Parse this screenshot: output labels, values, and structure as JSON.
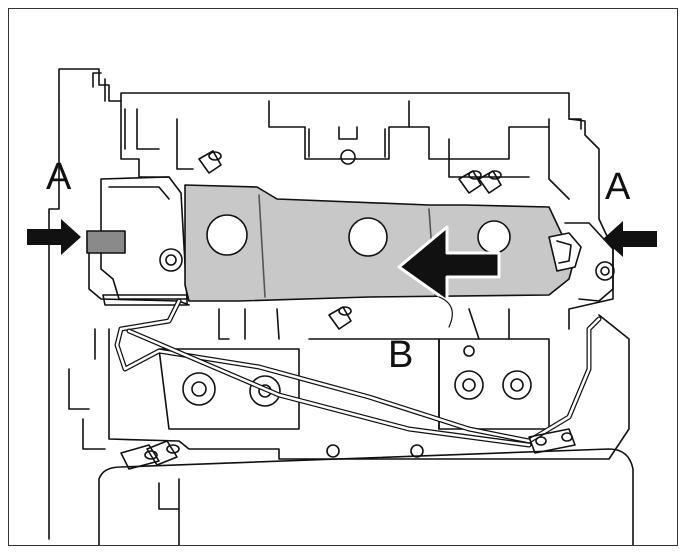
{
  "callouts": {
    "a_left": "A",
    "a_right": "A",
    "b": "B"
  },
  "colors": {
    "line": "#111111",
    "part_fill": "#c8c8c8",
    "part_dark": "#9a9a9a",
    "arrow": "#111111",
    "background": "#ffffff"
  },
  "icons": {
    "push_arrow_left_side": "arrow-right-icon",
    "push_arrow_right_side": "arrow-left-icon",
    "slide_arrow": "arrow-left-icon"
  }
}
